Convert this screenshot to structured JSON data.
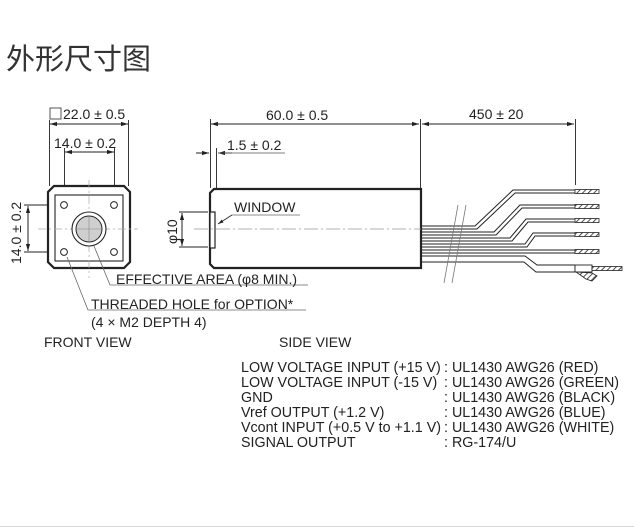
{
  "page": {
    "title": "外形尺寸图"
  },
  "front_view": {
    "caption": "FRONT VIEW",
    "dim_outer_width": "22.0 ± 0.5",
    "dim_outer_prefix_symbol": "square",
    "dim_hole_pitch_horizontal": "14.0 ± 0.2",
    "dim_hole_pitch_vertical": "14.0 ± 0.2",
    "callout_effective_area": "EFFECTIVE AREA (φ8 MIN.)",
    "callout_threaded_hole": "THREADED HOLE for OPTION*",
    "callout_threaded_hole_detail": "(4 × M2 DEPTH 4)"
  },
  "side_view": {
    "caption": "SIDE VIEW",
    "dim_body_length": "60.0 ± 0.5",
    "dim_window_offset": "1.5 ± 0.2",
    "dim_window_diameter": "φ10",
    "callout_window": "WINDOW",
    "dim_cable_length": "450 ± 20",
    "wire_count": 6
  },
  "specs": [
    {
      "label": "LOW VOLTAGE INPUT (+15 V)",
      "value": ": UL1430 AWG26 (RED)"
    },
    {
      "label": "LOW VOLTAGE INPUT (-15 V)",
      "value": ": UL1430 AWG26 (GREEN)"
    },
    {
      "label": "GND",
      "value": ": UL1430 AWG26 (BLACK)"
    },
    {
      "label": "Vref OUTPUT (+1.2 V)",
      "value": ": UL1430 AWG26 (BLUE)"
    },
    {
      "label": "Vcont INPUT (+0.5 V to +1.1 V)",
      "value": ": UL1430 AWG26 (WHITE)"
    },
    {
      "label": "SIGNAL OUTPUT",
      "value": ": RG-174/U"
    }
  ],
  "colors": {
    "line": "#222222",
    "centerline": "#999999",
    "window_fill": "#cfcfcf",
    "background": "#ffffff"
  }
}
